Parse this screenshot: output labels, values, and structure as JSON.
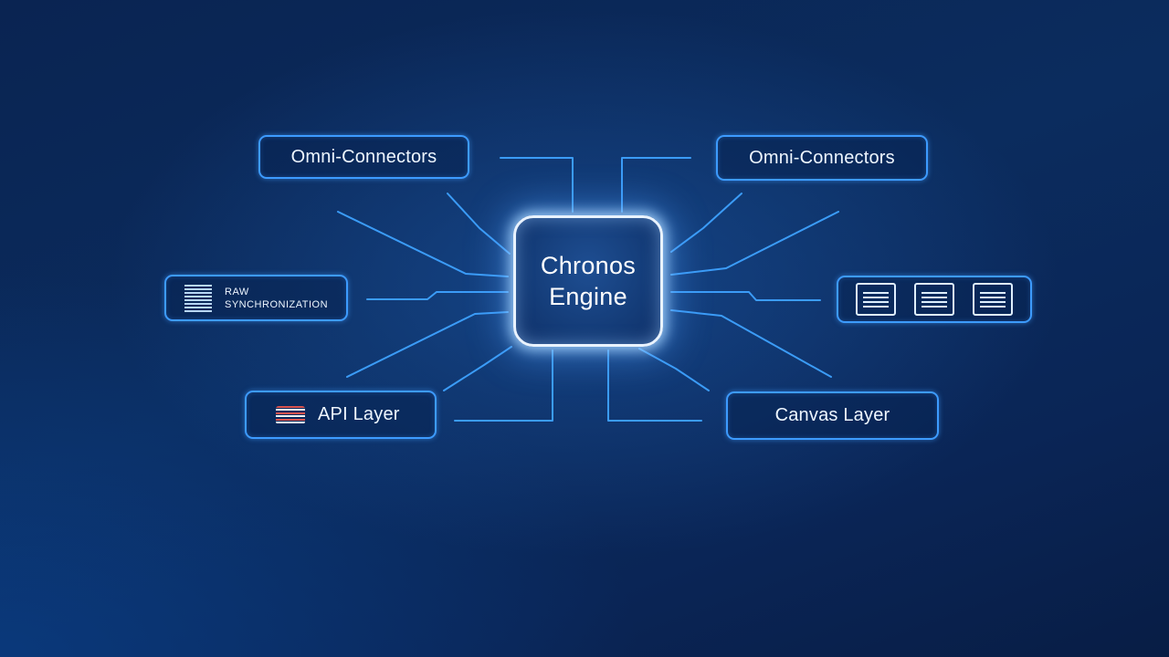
{
  "diagram": {
    "core": {
      "line1": "Chronos",
      "line2": "Engine"
    },
    "nodes": {
      "top_left": {
        "label": "Omni-Connectors"
      },
      "top_right": {
        "label": "Omni-Connectors"
      },
      "mid_left": {
        "line1": "RAW",
        "line2": "SYNCHRONIZATION",
        "icon": "stack-icon"
      },
      "mid_right": {
        "icons": [
          "document-icon",
          "document-icon",
          "document-icon"
        ]
      },
      "bottom_left": {
        "label": "API Layer",
        "icon": "flag-stripes-icon"
      },
      "bottom_right": {
        "label": "Canvas Layer"
      }
    },
    "colors": {
      "background": "#0b2c5e",
      "connector": "#3d9bff",
      "core_glow": "#e9f3ff"
    }
  }
}
